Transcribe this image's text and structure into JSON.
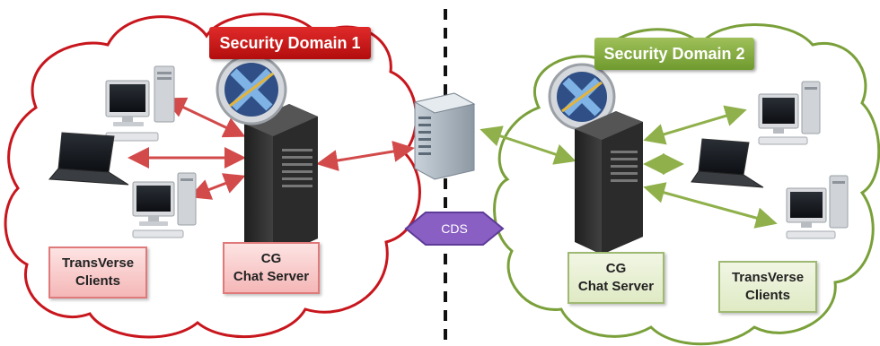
{
  "domain1": {
    "banner": "Security Domain 1",
    "clients_label": [
      "TransVerse",
      "Clients"
    ],
    "server_label": [
      "CG",
      "Chat Server"
    ]
  },
  "domain2": {
    "banner": "Security Domain 2",
    "clients_label": [
      "TransVerse",
      "Clients"
    ],
    "server_label": [
      "CG",
      "Chat Server"
    ]
  },
  "cds_label": "CDS",
  "colors": {
    "domain1_accent": "#c8161d",
    "domain2_accent": "#7aa03a",
    "cds_fill": "#8a5fc4",
    "divider": "#111111"
  },
  "icons": [
    "computer-desktop-icon",
    "laptop-icon",
    "server-tower-icon",
    "rack-server-icon",
    "logo-emblem-icon"
  ]
}
